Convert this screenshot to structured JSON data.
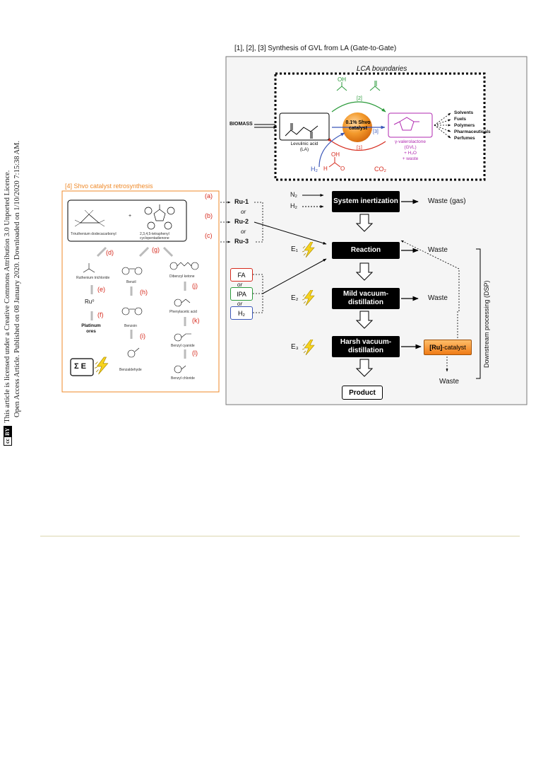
{
  "sidebar": {
    "line1": "Open Access Article. Published on 08 January 2020. Downloaded on 1/10/2020 7:15:38 AM.",
    "line2": "This article is licensed under a Creative Commons Attribution 3.0 Unported Licence.",
    "cc_badge": "cc",
    "by_badge": "BY"
  },
  "header": {
    "title": "[1], [2], [3]  Synthesis of GVL from LA (Gate-to-Gate)"
  },
  "lca": {
    "title": "LCA boundaries",
    "biomass": "BIOMASS",
    "la_name": "Levulinic acid",
    "la_abbr": "(LA)",
    "catalyst_line1": "0.1% Shvo",
    "catalyst_line2": "catalyst",
    "route1": "[1]",
    "route2": "[2]",
    "route3": "[3]",
    "gvl_name": "γ-valerolactone",
    "gvl_abbr": "(GVL)",
    "h2o": "+ H₂O",
    "waste": "+ waste",
    "h2": "H₂",
    "co2": "CO₂",
    "oh1": "OH",
    "oh2": "OH",
    "h_label": "H",
    "o_label": "O",
    "products": [
      "Solvents",
      "Fuels",
      "Polymers",
      "Pharmaceuticals",
      "Perfumes"
    ]
  },
  "process": {
    "n2": "N₂",
    "h2": "H₂",
    "system_inertization": "System inertization",
    "reaction": "Reaction",
    "mild": "Mild vacuum-distillation",
    "harsh": "Harsh vacuum-distillation",
    "product": "Product",
    "waste_gas": "Waste (gas)",
    "waste": "Waste",
    "e1": "E₁",
    "e2": "E₂",
    "e3": "E₃",
    "ru_catalyst_bracket": "[Ru]",
    "ru_catalyst_suffix": "-catalyst",
    "dsp": "Downstream processing (DSP)",
    "ru1": "Ru-1",
    "ru2": "Ru-2",
    "ru3": "Ru-3",
    "or": "or",
    "la_a": "(a)",
    "la_b": "(b)",
    "la_c": "(c)",
    "fa": "FA",
    "ipa": "IPA",
    "h2_box": "H₂"
  },
  "shvo": {
    "title": "[4] Shvo catalyst retrosynthesis",
    "ru3co12": "Triruthenium dodecacarbonyl",
    "cpd_line1": "2,3,4,5-tetraphenyl",
    "cpd_line2": "cyclopentadienone",
    "plus": "+",
    "steps": [
      "(d)",
      "(e)",
      "(f)",
      "(g)",
      "(h)",
      "(i)",
      "(j)",
      "(k)",
      "(l)"
    ],
    "rucl3": "Ruthenium trichloride",
    "ru0": "Ru⁰",
    "pt_line1": "Platinum",
    "pt_line2": "ores",
    "benzil": "Benzil",
    "benzoin": "Benzoin",
    "benzaldehyde": "Benzaldehyde",
    "dbk": "Dibenzyl ketone",
    "paa": "Phenylacetic acid",
    "bcn": "Benzyl cyanide",
    "bcl": "Benzyl chloride",
    "sigma": "Σ E"
  },
  "colors": {
    "orange": "#ef8a2a",
    "red": "#d62a1d",
    "green": "#2a9a3a",
    "blue": "#3a56b8",
    "purple": "#b02ab0",
    "gray_bg": "#f5f5f5"
  }
}
